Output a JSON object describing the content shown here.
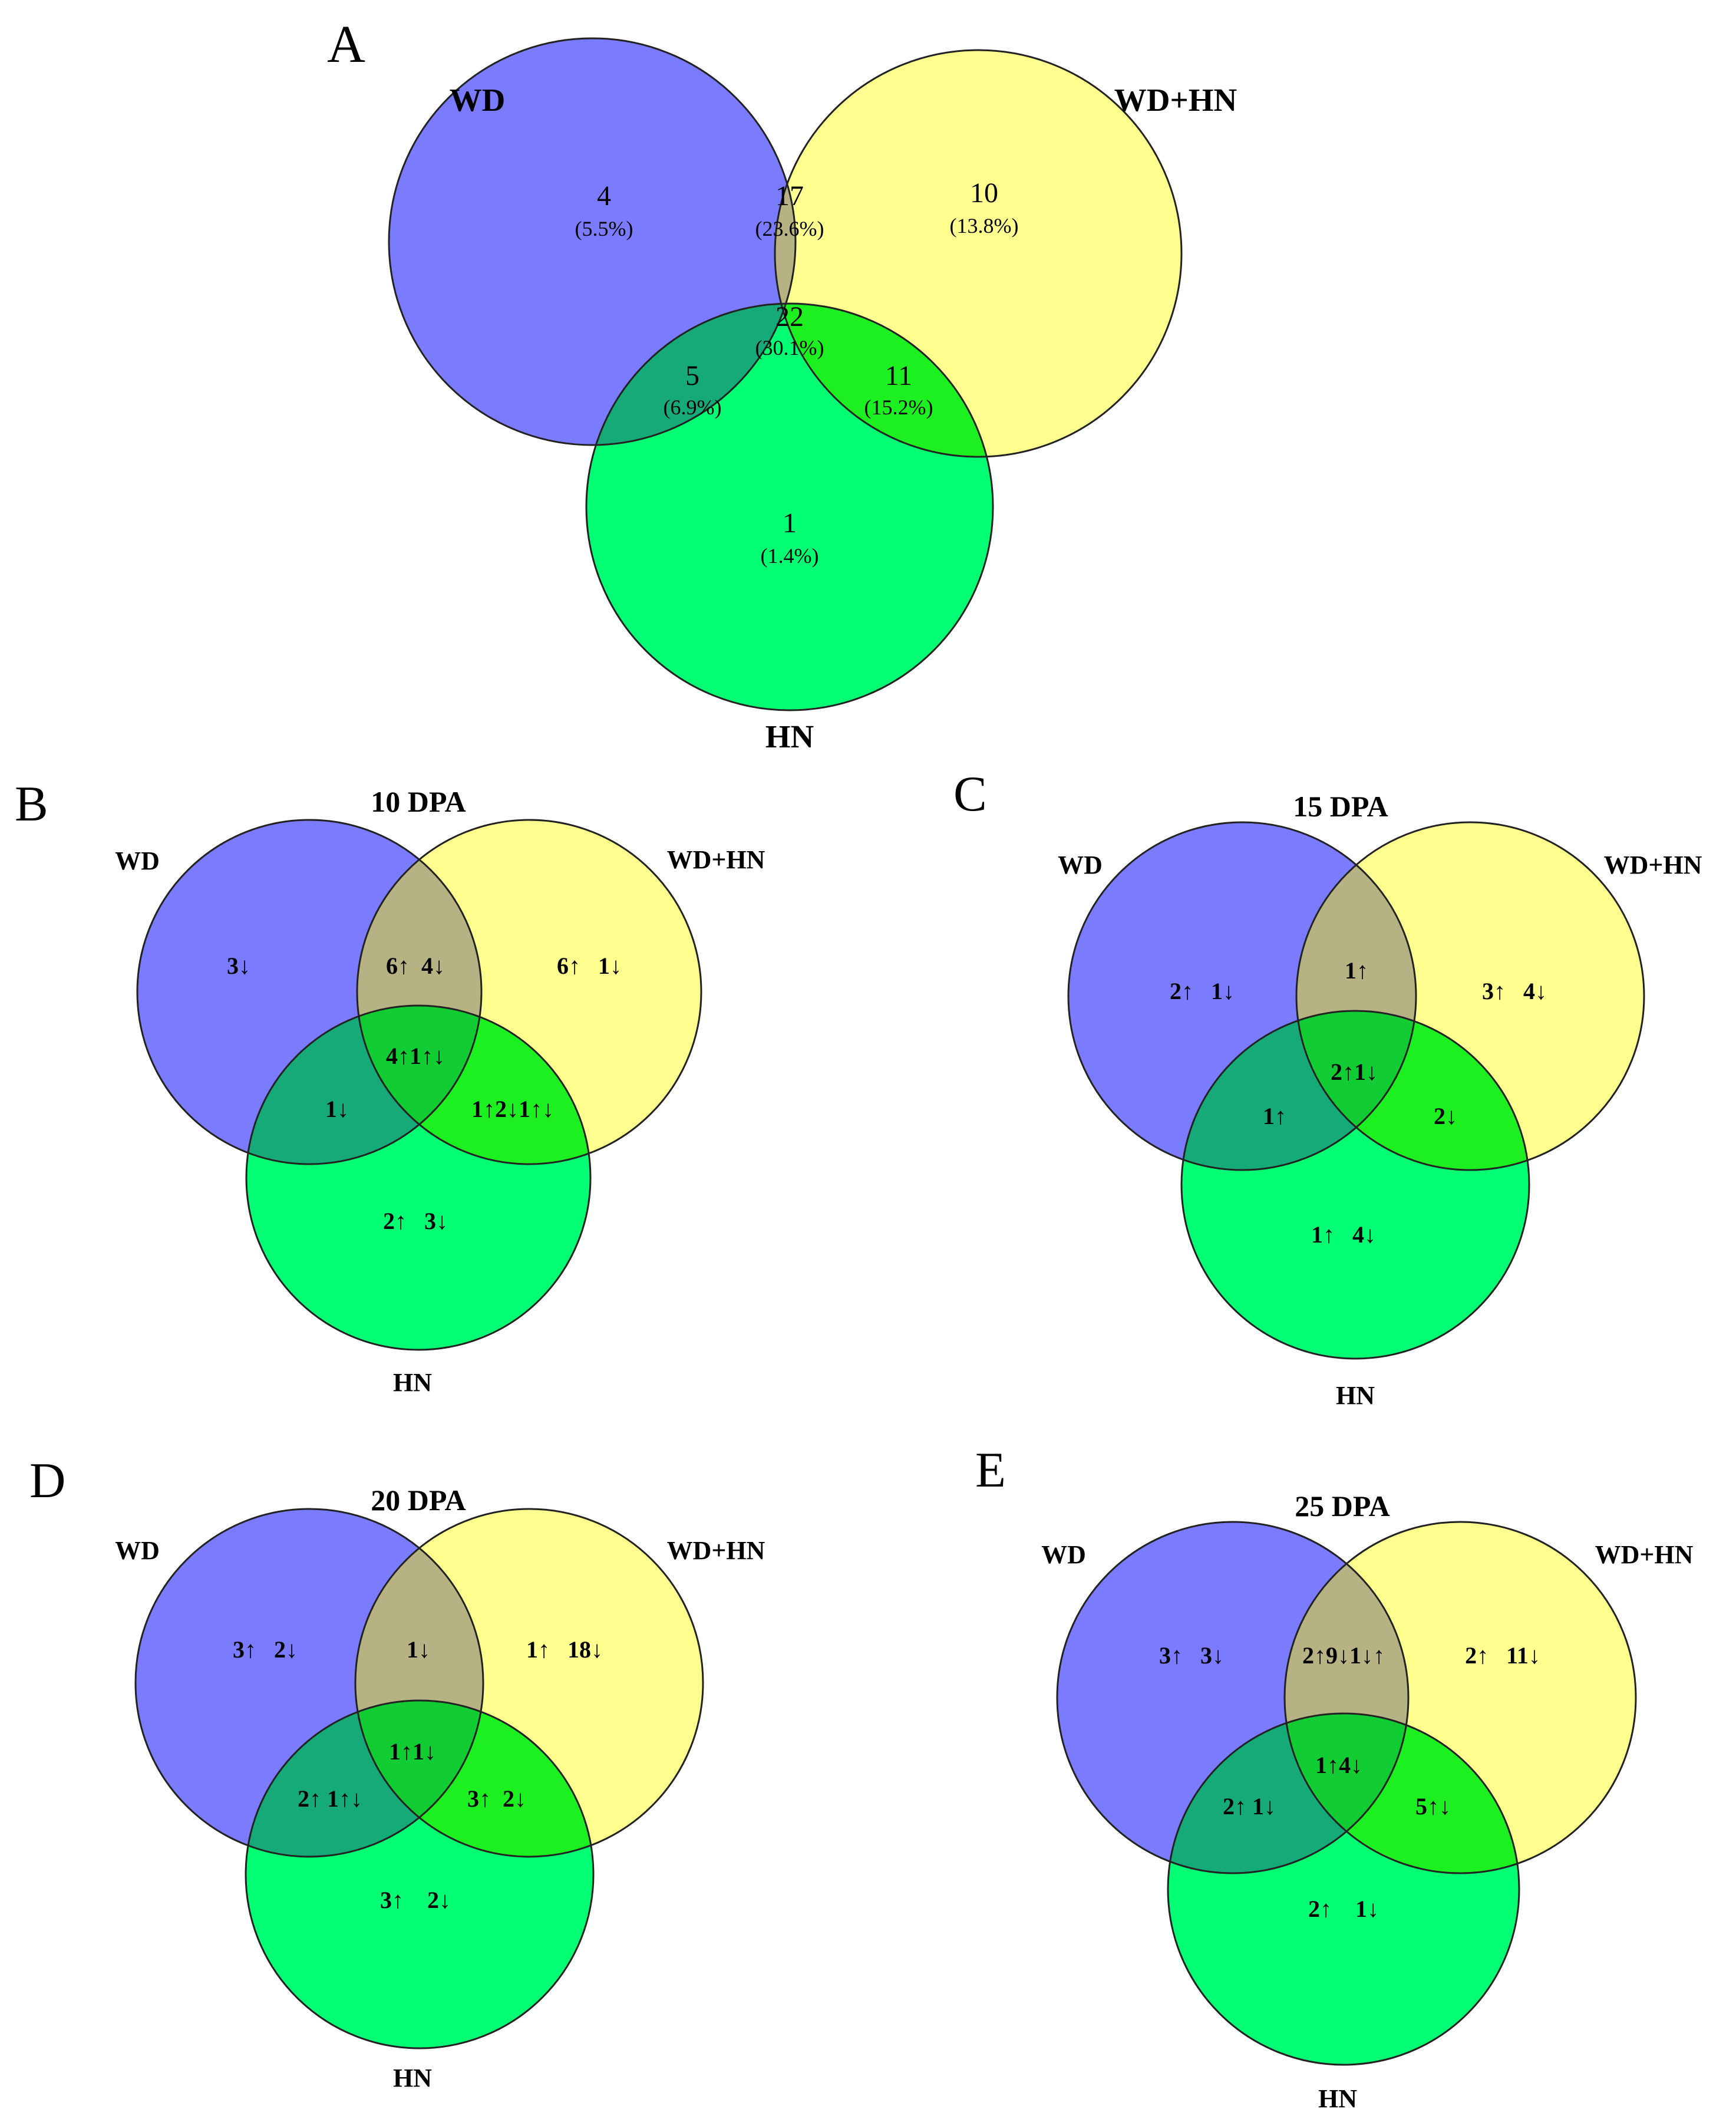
{
  "colors": {
    "wd": "#7b7bff",
    "wdhn": "#ffff8f",
    "hn": "#00ff73",
    "wd_wdhn": "#b6b283",
    "wd_hn": "#16aa79",
    "wdhn_hn": "#1df020",
    "all": "#12cc33",
    "stroke": "#222222"
  },
  "panelA": {
    "letter": "A",
    "labels": {
      "wd": "WD",
      "wdhn": "WD+HN",
      "hn": "HN"
    },
    "regions": {
      "wd_only": {
        "count": "4",
        "pct": "(5.5%)"
      },
      "wd_wdhn": {
        "count": "17",
        "pct": "(23.6%)"
      },
      "wdhn_only": {
        "count": "10",
        "pct": "(13.8%)"
      },
      "all": {
        "count": "22",
        "pct": "(30.1%)"
      },
      "wd_hn": {
        "count": "5",
        "pct": "(6.9%)"
      },
      "wdhn_hn": {
        "count": "11",
        "pct": "(15.2%)"
      },
      "hn_only": {
        "count": "1",
        "pct": "(1.4%)"
      }
    }
  },
  "panelB": {
    "letter": "B",
    "title": "10 DPA",
    "labels": {
      "wd": "WD",
      "wdhn": "WD+HN",
      "hn": "HN"
    },
    "regions": {
      "wd_only": "3↓",
      "wd_wdhn": "6↑  4↓",
      "wdhn_only": "6↑   1↓",
      "all": "4↑1↑↓",
      "wd_hn": "1↓",
      "wdhn_hn": "1↑2↓1↑↓",
      "hn_only": "2↑   3↓"
    }
  },
  "panelC": {
    "letter": "C",
    "title": "15 DPA",
    "labels": {
      "wd": "WD",
      "wdhn": "WD+HN",
      "hn": "HN"
    },
    "regions": {
      "wd_only": "2↑   1↓",
      "wd_wdhn": "1↑",
      "wdhn_only": "3↑   4↓",
      "all": "2↑1↓",
      "wd_hn": "1↑",
      "wdhn_hn": "2↓",
      "hn_only": "1↑   4↓"
    }
  },
  "panelD": {
    "letter": "D",
    "title": "20 DPA",
    "labels": {
      "wd": "WD",
      "wdhn": "WD+HN",
      "hn": "HN"
    },
    "regions": {
      "wd_only": "3↑   2↓",
      "wd_wdhn": "1↓",
      "wdhn_only": "1↑   18↓",
      "all": "1↑1↓",
      "wd_hn": "2↑ 1↑↓",
      "wdhn_hn": "3↑  2↓",
      "hn_only": "3↑    2↓"
    }
  },
  "panelE": {
    "letter": "E",
    "title": "25 DPA",
    "labels": {
      "wd": "WD",
      "wdhn": "WD+HN",
      "hn": "HN"
    },
    "regions": {
      "wd_only": "3↑   3↓",
      "wd_wdhn": "2↑9↓1↓↑",
      "wdhn_only": "2↑   11↓",
      "all": "1↑4↓",
      "wd_hn": "2↑ 1↓",
      "wdhn_hn": "5↑↓",
      "hn_only": "2↑    1↓"
    }
  }
}
